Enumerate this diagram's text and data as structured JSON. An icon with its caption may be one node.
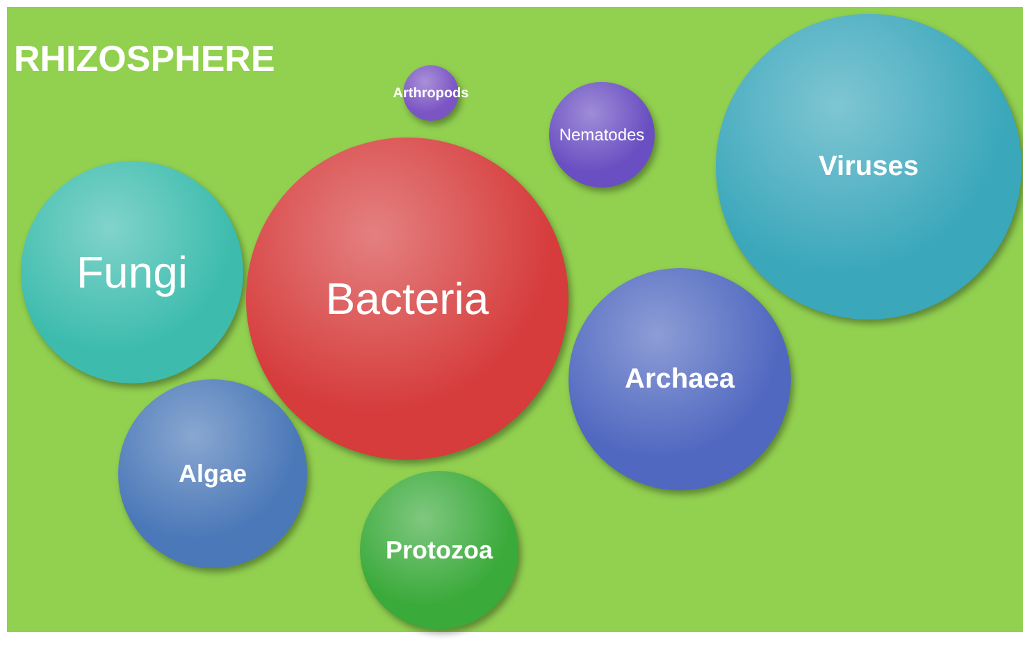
{
  "diagram": {
    "title": "RHIZOSPHERE",
    "nodes": [
      {
        "text": [
          "Arthropods"
        ]
      },
      {
        "text": [
          "Nematodes"
        ]
      },
      {
        "text": [
          "Viruses"
        ]
      },
      {
        "text": [
          "Fungi"
        ]
      },
      {
        "text": [
          "Bacteria"
        ]
      },
      {
        "text": [
          "Archaea"
        ]
      },
      {
        "text": [
          "Algae"
        ]
      },
      {
        "text": [
          "Protozoa"
        ]
      }
    ]
  }
}
